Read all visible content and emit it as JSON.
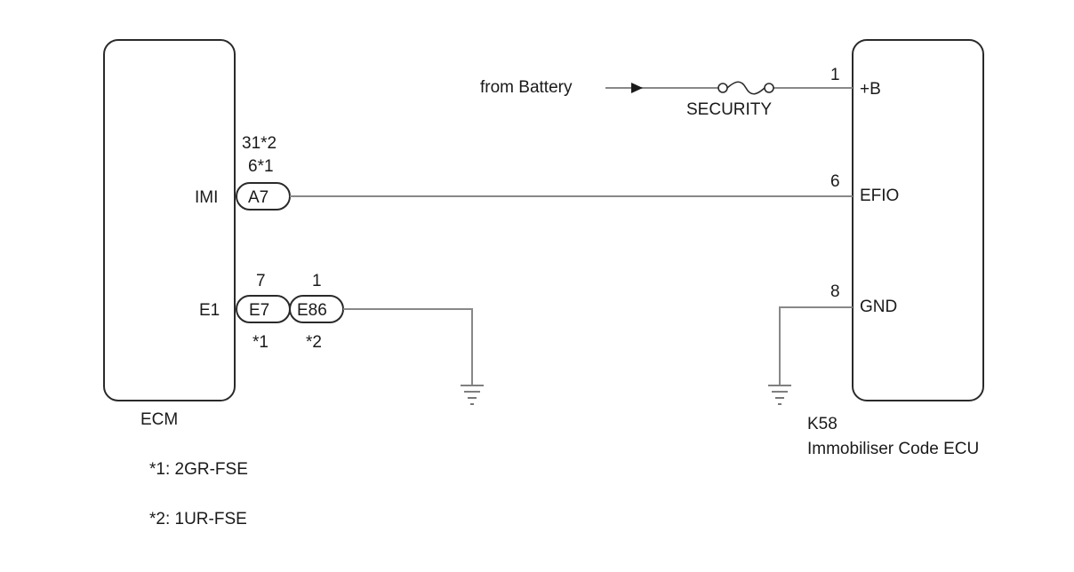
{
  "ecm": {
    "name": "ECM",
    "pins": {
      "imi": {
        "label": "IMI",
        "connector": "A7",
        "pin_top": "31*2",
        "pin_bottom": "6*1"
      },
      "e1": {
        "label": "E1",
        "connector_1": "E7",
        "pin_1": "7",
        "note_1": "*1",
        "connector_2": "E86",
        "pin_2": "1",
        "note_2": "*2"
      }
    }
  },
  "ecu": {
    "code": "K58",
    "name": "Immobiliser Code ECU",
    "pins": {
      "b": {
        "num": "1",
        "label": "+B"
      },
      "efio": {
        "num": "6",
        "label": "EFIO"
      },
      "gnd": {
        "num": "8",
        "label": "GND"
      }
    }
  },
  "supply": {
    "source": "from Battery",
    "fuse": "SECURITY"
  },
  "notes": [
    "*1: 2GR-FSE",
    "*2: 1UR-FSE"
  ]
}
